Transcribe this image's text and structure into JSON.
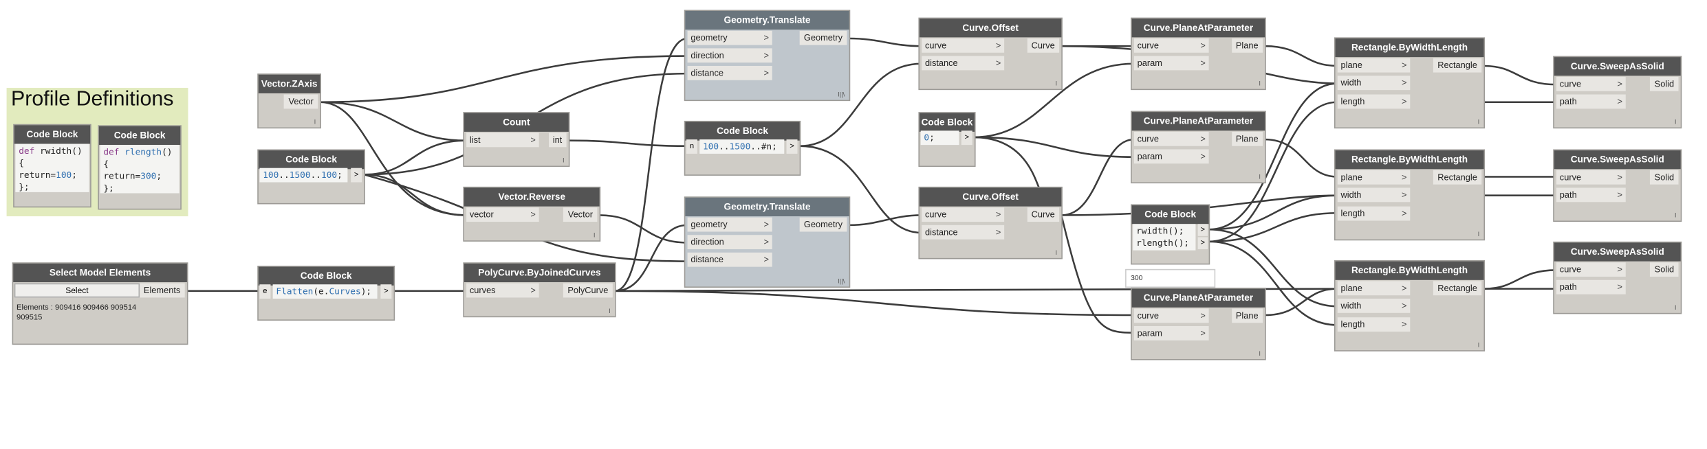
{
  "group": {
    "title": "Profile Definitions"
  },
  "nodes": {
    "cb_rwidth": {
      "title": "Code Block"
    },
    "cb_rlength": {
      "title": "Code Block"
    },
    "select": {
      "title": "Select Model Elements",
      "button": "Select",
      "out": "Elements",
      "elements_line1": "Elements : 909416 909466 909514",
      "elements_line2": "909515"
    },
    "zaxis": {
      "title": "Vector.ZAxis",
      "out": "Vector"
    },
    "cb_range": {
      "title": "Code Block",
      "out": ">"
    },
    "flatten": {
      "title": "Code Block",
      "in": "e",
      "out": ">"
    },
    "count": {
      "title": "Count",
      "in": "list",
      "out": "int"
    },
    "reverse": {
      "title": "Vector.Reverse",
      "in": "vector",
      "out": "Vector"
    },
    "polycurve": {
      "title": "PolyCurve.ByJoinedCurves",
      "in": "curves",
      "out": "PolyCurve"
    },
    "gt1": {
      "title": "Geometry.Translate",
      "in1": "geometry",
      "in2": "direction",
      "in3": "distance",
      "out": "Geometry",
      "foot": "l||\\"
    },
    "cb_n": {
      "title": "Code Block",
      "in": "n",
      "out": ">"
    },
    "gt2": {
      "title": "Geometry.Translate",
      "in1": "geometry",
      "in2": "direction",
      "in3": "distance",
      "out": "Geometry",
      "foot": "l||\\"
    },
    "offset1": {
      "title": "Curve.Offset",
      "in1": "curve",
      "in2": "distance",
      "out": "Curve"
    },
    "cb_zero": {
      "title": "Code Block",
      "out": ">"
    },
    "offset2": {
      "title": "Curve.Offset",
      "in1": "curve",
      "in2": "distance",
      "out": "Curve"
    },
    "pap1": {
      "title": "Curve.PlaneAtParameter",
      "in1": "curve",
      "in2": "param",
      "out": "Plane"
    },
    "pap2": {
      "title": "Curve.PlaneAtParameter",
      "in1": "curve",
      "in2": "param",
      "out": "Plane"
    },
    "cb_funcs": {
      "title": "Code Block",
      "out1": ">",
      "out2": ">"
    },
    "pap3": {
      "title": "Curve.PlaneAtParameter",
      "in1": "curve",
      "in2": "param",
      "out": "Plane"
    },
    "rect1": {
      "title": "Rectangle.ByWidthLength",
      "in1": "plane",
      "in2": "width",
      "in3": "length",
      "out": "Rectangle"
    },
    "rect2": {
      "title": "Rectangle.ByWidthLength",
      "in1": "plane",
      "in2": "width",
      "in3": "length",
      "out": "Rectangle"
    },
    "rect3": {
      "title": "Rectangle.ByWidthLength",
      "in1": "plane",
      "in2": "width",
      "in3": "length",
      "out": "Rectangle"
    },
    "sweep1": {
      "title": "Curve.SweepAsSolid",
      "in1": "curve",
      "in2": "path",
      "out": "Solid"
    },
    "sweep2": {
      "title": "Curve.SweepAsSolid",
      "in1": "curve",
      "in2": "path",
      "out": "Solid"
    },
    "sweep3": {
      "title": "Curve.SweepAsSolid",
      "in1": "curve",
      "in2": "path",
      "out": "Solid"
    }
  },
  "code": {
    "rwidth": {
      "kw": "def",
      "fn": "rwidth",
      "rest1": "()",
      "l2": "{",
      "l3a": "return=",
      "l3b": "100",
      "l3c": ";",
      "l4": "};"
    },
    "rlength": {
      "kw": "def",
      "fn": "rlength",
      "rest1": "()",
      "l2": "{",
      "l3a": "return=",
      "l3b": "300",
      "l3c": ";",
      "l4": "};"
    },
    "range": {
      "a": "100",
      "b": "..",
      "c": "1500",
      "d": "..",
      "e": "100",
      "f": ";"
    },
    "flatten": {
      "a": "Flatten",
      "b": "(e.",
      "c": "Curves",
      "d": ");"
    },
    "n": {
      "a": "100",
      "b": "..",
      "c": "1500",
      "d": "..#n;"
    },
    "zero": {
      "a": "0",
      "b": ";"
    },
    "funcs_l1": "rwidth();",
    "funcs_l2": "rlength();"
  },
  "tooltip": "300"
}
